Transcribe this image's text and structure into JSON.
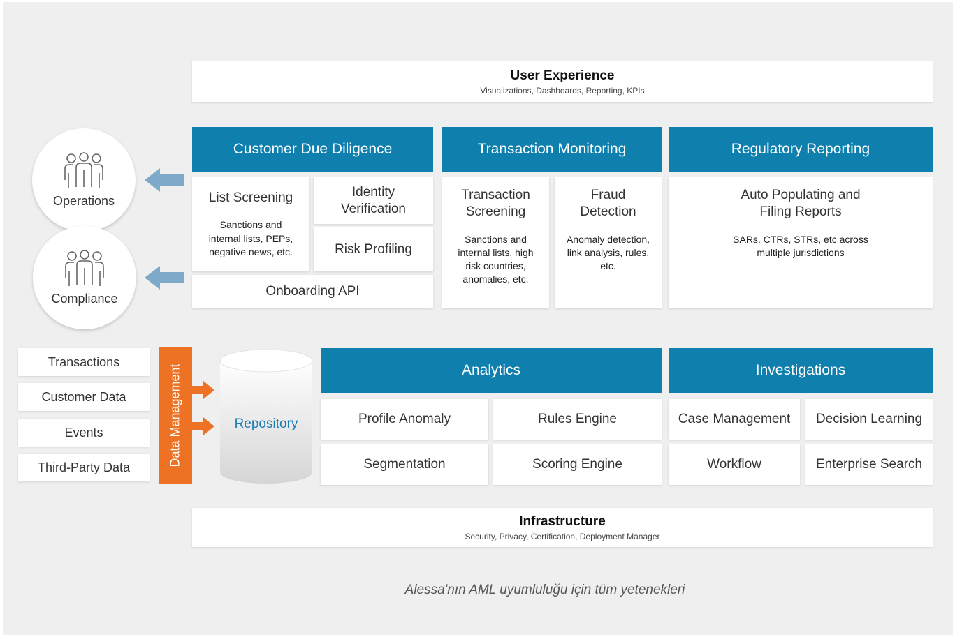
{
  "user_experience": {
    "title": "User Experience",
    "subtitle": "Visualizations, Dashboards, Reporting, KPIs"
  },
  "customer_due_diligence": {
    "header": "Customer Due Diligence",
    "list_screening": {
      "title": "List Screening",
      "desc": "Sanctions and internal lists, PEPs, negative news, etc."
    },
    "identity_verification": "Identity Verification",
    "risk_profiling": "Risk Profiling",
    "onboarding_api": "Onboarding API"
  },
  "transaction_monitoring": {
    "header": "Transaction Monitoring",
    "transaction_screening": {
      "title": "Transaction Screening",
      "desc": "Sanctions and internal lists, high risk countries, anomalies, etc."
    },
    "fraud_detection": {
      "title": "Fraud Detection",
      "desc": "Anomaly detection, link analysis, rules, etc."
    }
  },
  "regulatory_reporting": {
    "header": "Regulatory Reporting",
    "title": "Auto Populating and Filing Reports",
    "desc": "SARs, CTRs, STRs, etc across multiple jurisdictions"
  },
  "personas": [
    {
      "label": "Operations",
      "icon": "people-group-icon"
    },
    {
      "label": "Compliance",
      "icon": "people-group-icon"
    }
  ],
  "data_sources": [
    "Transactions",
    "Customer Data",
    "Events",
    "Third-Party Data"
  ],
  "data_management": "Data Management",
  "repository": "Repository",
  "analytics": {
    "header": "Analytics",
    "items": [
      "Profile Anomaly",
      "Rules Engine",
      "Segmentation",
      "Scoring Engine"
    ]
  },
  "investigations": {
    "header": "Investigations",
    "items": [
      "Case Management",
      "Decision Learning",
      "Workflow",
      "Enterprise Search"
    ]
  },
  "infrastructure": {
    "title": "Infrastructure",
    "subtitle": "Security, Privacy, Certification, Deployment Manager"
  },
  "caption": "Alessa'nın AML uyumluluğu için tüm yetenekleri",
  "colors": {
    "header_blue": "#0f7fad",
    "data_mgmt_orange": "#ed7223",
    "arrow_blue": "#7fa9c9",
    "background": "#efefef"
  }
}
